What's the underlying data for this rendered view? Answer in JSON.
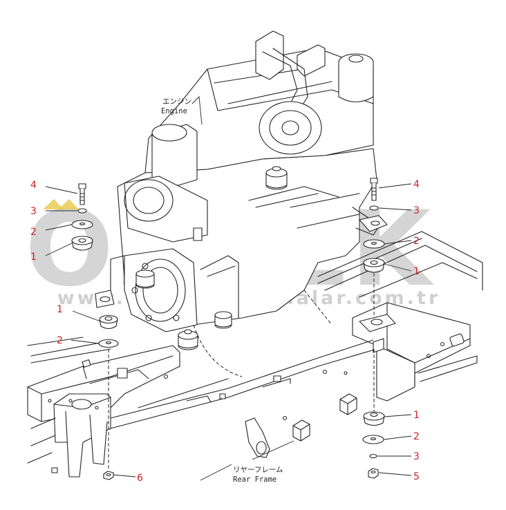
{
  "labels": {
    "engine_jp": "エンジン",
    "engine_en": "Engine",
    "frame_jp": "リヤーフレーム",
    "frame_en": "Rear Frame"
  },
  "watermark": {
    "logo": "ORNEK",
    "url": "www.orneklimakinalar.com.tr"
  },
  "callouts": [
    {
      "id": "c-4-left",
      "number": "4"
    },
    {
      "id": "c-3-left",
      "number": "3"
    },
    {
      "id": "c-2-left",
      "number": "2"
    },
    {
      "id": "c-1-left",
      "number": "1"
    },
    {
      "id": "c-1-lower",
      "number": "1"
    },
    {
      "id": "c-2-lower",
      "number": "2"
    },
    {
      "id": "c-6",
      "number": "6"
    },
    {
      "id": "c-4-right",
      "number": "4"
    },
    {
      "id": "c-3-right",
      "number": "3"
    },
    {
      "id": "c-2-right",
      "number": "2"
    },
    {
      "id": "c-1-right",
      "number": "1"
    },
    {
      "id": "c-1-bottom",
      "number": "1"
    },
    {
      "id": "c-2-bottom",
      "number": "2"
    },
    {
      "id": "c-3-bottom",
      "number": "3"
    },
    {
      "id": "c-5",
      "number": "5"
    }
  ],
  "colors": {
    "line": "#222222",
    "callout": "#cc2222",
    "watermark": "#c8c8c8",
    "watermark_accent": "#e8c84a"
  }
}
